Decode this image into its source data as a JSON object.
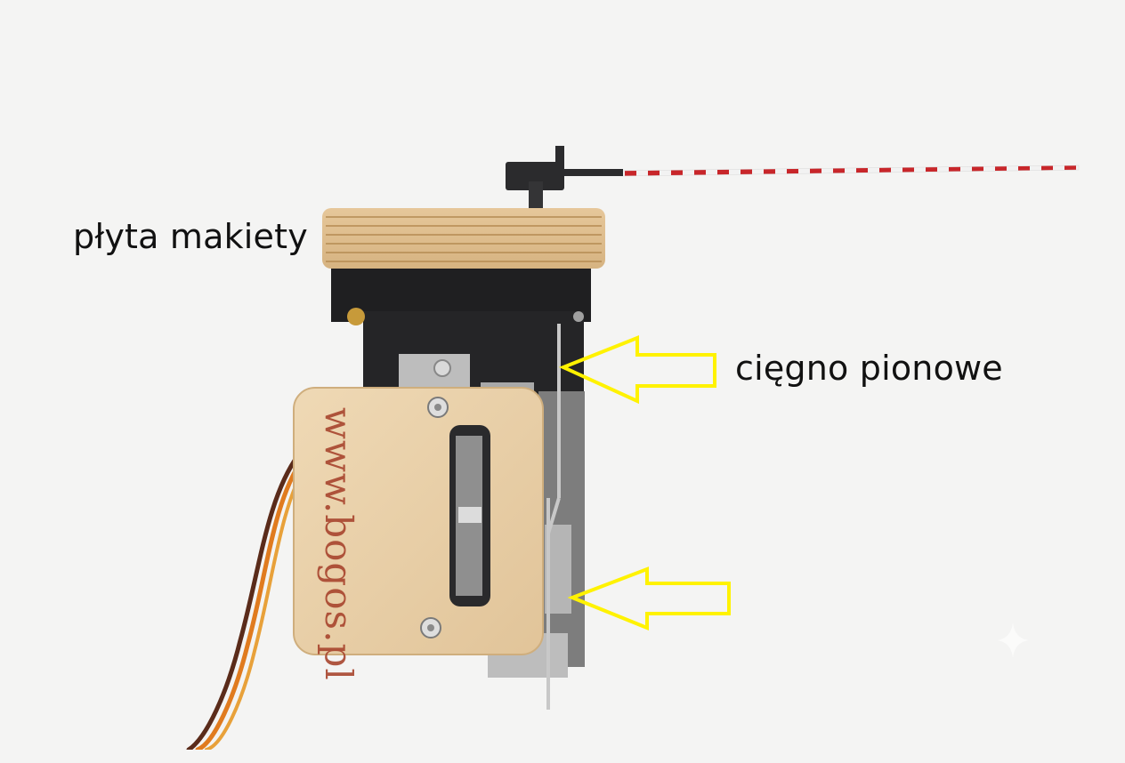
{
  "labels": {
    "plate": "płyta makiety",
    "rod": "cięgno pionowe"
  },
  "brand_text": "www.bogos.pl",
  "colors": {
    "background": "#f4f4f3",
    "plywood": "#e2c08f",
    "black_frame": "#1c1c1e",
    "wood_panel": "#e8cfa9",
    "arrow": "#fff200",
    "barrier_red": "#c8262a",
    "wire_orange": "#e07b1f",
    "wire_brown": "#5a2b1a"
  },
  "icons": [
    "arrow-left-icon",
    "arrow-left-icon"
  ]
}
